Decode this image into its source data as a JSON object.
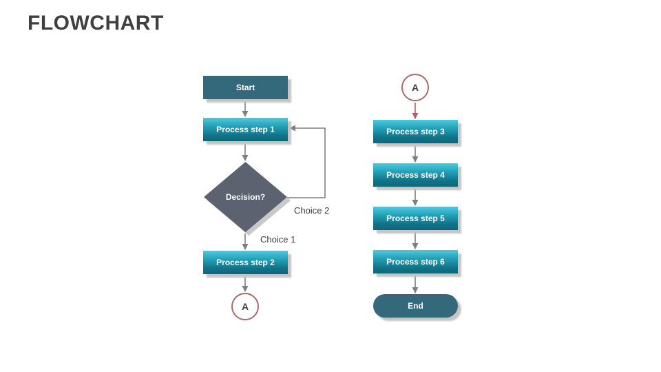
{
  "slide": {
    "title": "FLOWCHART",
    "background": "#ffffff"
  },
  "diagram": {
    "left_branch": {
      "start": {
        "label": "Start",
        "shape": "rectangle"
      },
      "process_step_1": {
        "label": "Process step 1",
        "shape": "rectangle"
      },
      "decision": {
        "label": "Decision?",
        "shape": "diamond"
      },
      "choice_1_label": "Choice 1",
      "choice_2_label": "Choice 2",
      "process_step_2": {
        "label": "Process step 2",
        "shape": "rectangle"
      },
      "connector_a": {
        "label": "A",
        "shape": "circle"
      }
    },
    "right_branch": {
      "connector_a": {
        "label": "A",
        "shape": "circle"
      },
      "process_step_3": {
        "label": "Process step 3",
        "shape": "rectangle"
      },
      "process_step_4": {
        "label": "Process step 4",
        "shape": "rectangle"
      },
      "process_step_5": {
        "label": "Process step 5",
        "shape": "rectangle"
      },
      "process_step_6": {
        "label": "Process step 6",
        "shape": "rectangle"
      },
      "end": {
        "label": "End",
        "shape": "stadium"
      }
    },
    "edges": [
      "Start -> Process step 1",
      "Process step 1 -> Decision?",
      "Decision? -(Choice 1)-> Process step 2",
      "Decision? -(Choice 2)-> Process step 1",
      "Process step 2 -> A",
      "A -> Process step 3",
      "Process step 3 -> Process step 4",
      "Process step 4 -> Process step 5",
      "Process step 5 -> Process step 6",
      "Process step 6 -> End"
    ],
    "colors": {
      "terminal_fill": "#34697b",
      "process_gradient_top": "#4ecadd",
      "process_gradient_bottom": "#0d6879",
      "decision_fill": "#5d6270",
      "connector_circle_border": "#a96a6d",
      "connector_arrow_red": "#c25a5f",
      "arrow_gray": "#7f7f7f",
      "shadow": "#c6c6c6",
      "title_color": "#3f3f3f",
      "choice_label_color": "#404040"
    }
  }
}
